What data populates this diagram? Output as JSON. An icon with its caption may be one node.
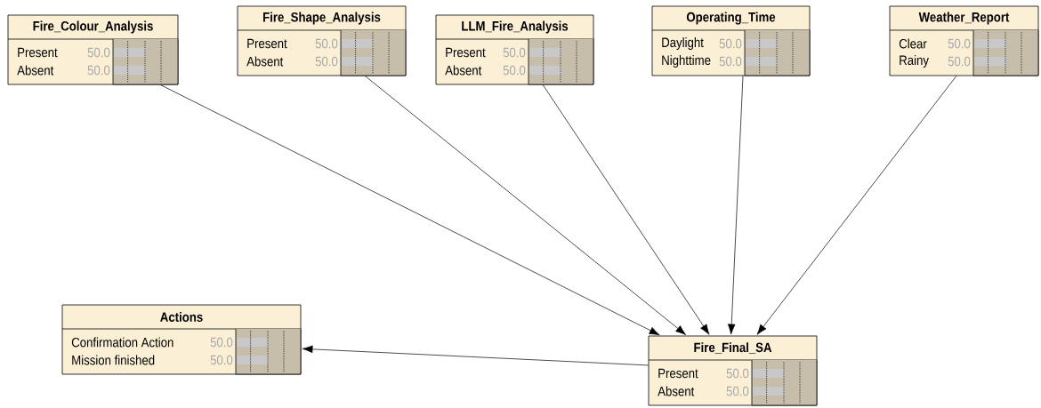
{
  "diagram": {
    "nodes": [
      {
        "text": [
          "Fire_Colour_Analysis",
          "Present",
          "50.0",
          "Absent",
          "50.0"
        ]
      },
      {
        "text": [
          "Fire_Shape_Analysis",
          "Present",
          "50.0",
          "Absent",
          "50.0"
        ]
      },
      {
        "text": [
          "LLM_Fire_Analysis",
          "Present",
          "50.0",
          "Absent",
          "50.0"
        ]
      },
      {
        "text": [
          "Operating_Time",
          "Daylight",
          "50.0",
          "Nighttime",
          "50.0"
        ]
      },
      {
        "text": [
          "Weather_Report",
          "Clear",
          "50.0",
          "Rainy",
          "50.0"
        ]
      },
      {
        "text": [
          "Actions",
          "Confirmation Action",
          "50.0",
          "Mission finished",
          "50.0"
        ]
      },
      {
        "text": [
          "Fire_Final_SA",
          "Present",
          "50.0",
          "Absent",
          "50.0"
        ]
      }
    ],
    "edges": [
      {
        "from": 0,
        "to": 6,
        "arrow": "to"
      },
      {
        "from": 1,
        "to": 6,
        "arrow": "to"
      },
      {
        "from": 2,
        "to": 6,
        "arrow": "to"
      },
      {
        "from": 3,
        "to": 6,
        "arrow": "to"
      },
      {
        "from": 4,
        "to": 6,
        "arrow": "to"
      },
      {
        "from": 6,
        "to": 5,
        "arrow": "to"
      }
    ]
  }
}
